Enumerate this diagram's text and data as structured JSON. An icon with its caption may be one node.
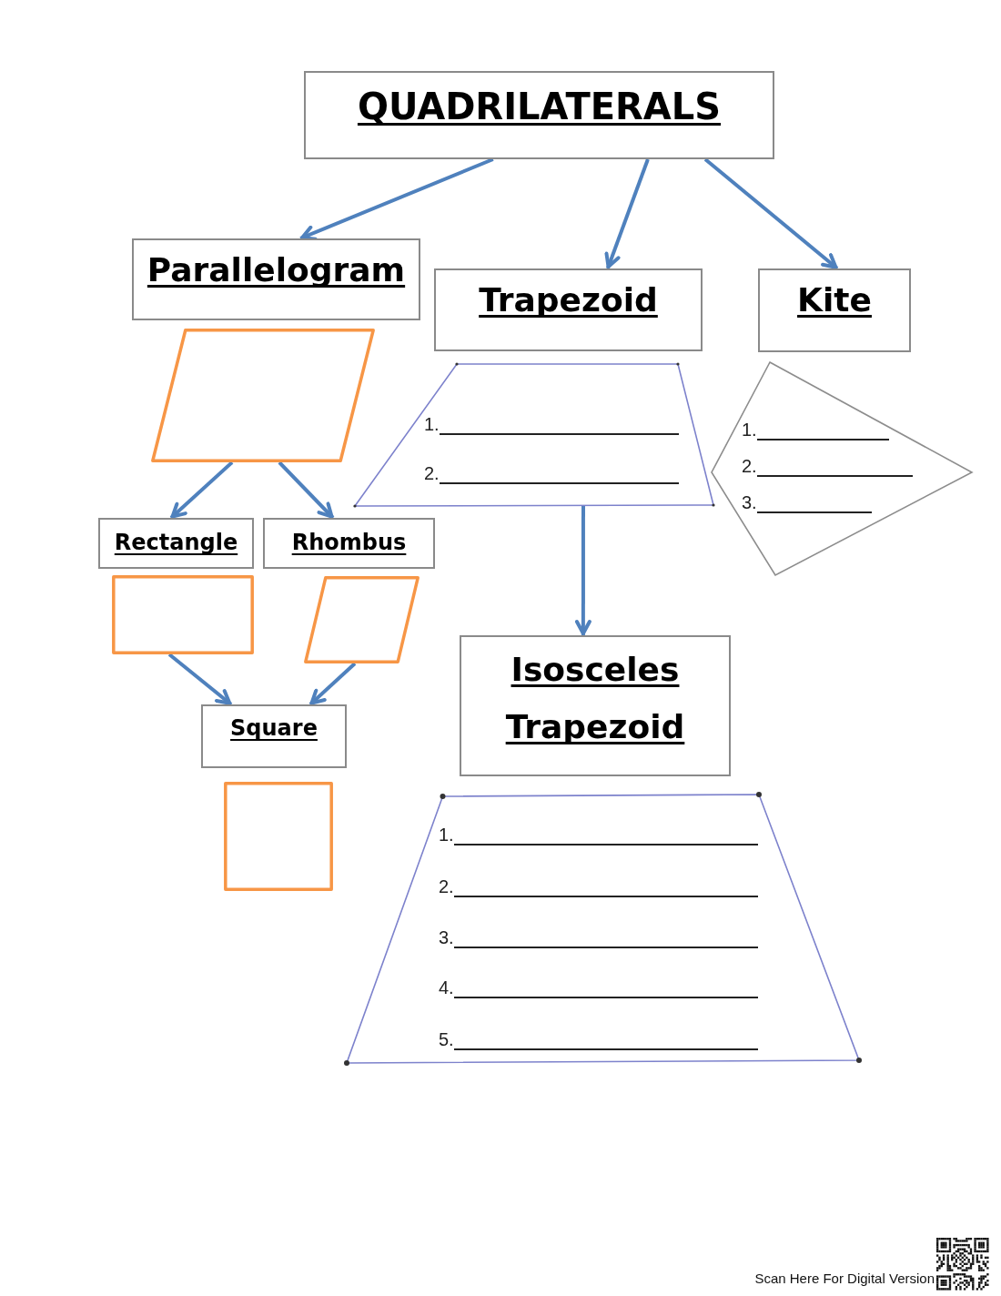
{
  "diagram": {
    "nodes": [
      {
        "text": [
          "QUADRILATERALS"
        ]
      },
      {
        "text": [
          "Parallelogram"
        ]
      },
      {
        "text": [
          "Trapezoid"
        ]
      },
      {
        "text": [
          "Kite"
        ]
      },
      {
        "text": [],
        "shape": "parallelogram"
      },
      {
        "text": [
          "1.",
          "2."
        ]
      },
      {
        "text": [
          "1.",
          "2.",
          "3."
        ]
      },
      {
        "text": [
          "Rectangle"
        ]
      },
      {
        "text": [
          "Rhombus"
        ]
      },
      {
        "text": [],
        "shape": "rectangle"
      },
      {
        "text": [],
        "shape": "rhombus"
      },
      {
        "text": [
          "Square"
        ]
      },
      {
        "text": [
          "Isosceles Trapezoid"
        ]
      },
      {
        "text": [],
        "shape": "square"
      },
      {
        "text": [
          "1.",
          "2.",
          "3.",
          "4.",
          "5."
        ]
      }
    ],
    "edges": [
      {
        "from": 0,
        "to": 1,
        "arrow": "to"
      },
      {
        "from": 0,
        "to": 2,
        "arrow": "to"
      },
      {
        "from": 0,
        "to": 3,
        "arrow": "to"
      },
      {
        "from": 4,
        "to": 7,
        "arrow": "to"
      },
      {
        "from": 4,
        "to": 8,
        "arrow": "to"
      },
      {
        "from": 9,
        "to": 11,
        "arrow": "to"
      },
      {
        "from": 10,
        "to": 11,
        "arrow": "to"
      },
      {
        "from": 5,
        "to": 12,
        "arrow": "to"
      }
    ],
    "labels": [
      "Scan Here For Digital Version"
    ]
  }
}
